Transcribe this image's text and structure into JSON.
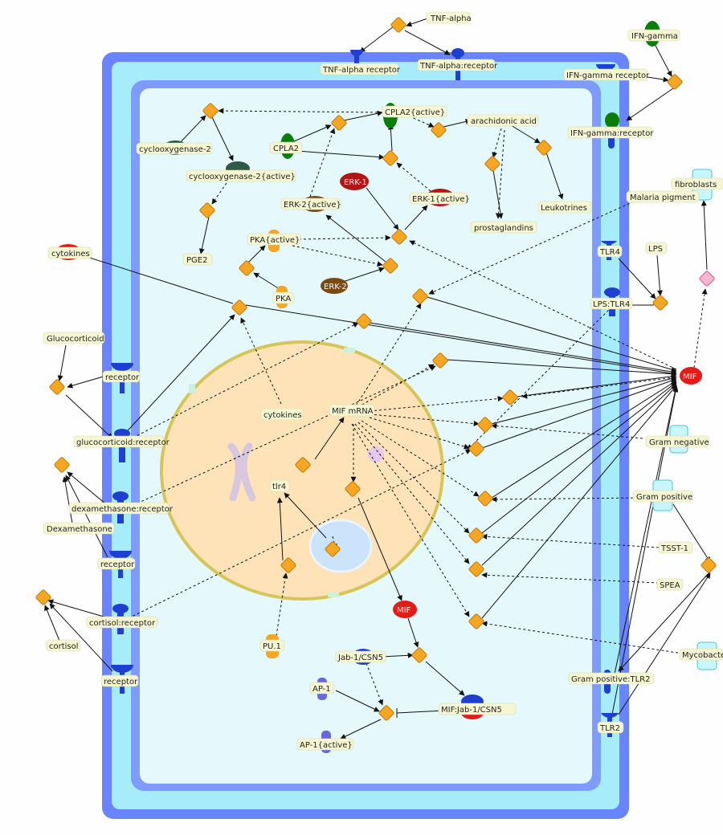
{
  "colors": {
    "outer_membrane": "#6a84ff",
    "cytoplasm_outer": "#a6ecfb",
    "cytoplasm_inner": "#e5f8fb",
    "nucleus_fill": "#ffe3b8",
    "nucleus_edge": "#d6c55a",
    "process_node": "#f5a623",
    "mif_red": "#e41b17",
    "receptor_blue": "#1f3fd1"
  },
  "labels": {
    "tnf_alpha": "TNF-alpha",
    "tnf_alpha_receptor": "TNF-alpha receptor",
    "tnf_alpha_receptor_complex": "TNF-alpha:receptor",
    "ifn_gamma": "IFN-gamma",
    "ifn_gamma_receptor": "IFN-gamma receptor",
    "ifn_gamma_receptor_complex": "IFN-gamma:receptor",
    "cyclooxygenase_2": "cyclooxygenase-2",
    "cyclooxygenase_2_active": "cyclooxygenase-2{active}",
    "cpla2_active": "CPLA2{active}",
    "cpla2": "CPLA2",
    "arachidonic_acid": "arachidonic acid",
    "erk1": "ERK-1",
    "erk1_active": "ERK-1{active}",
    "erk2_active": "ERK-2{active}",
    "erk2": "ERK-2",
    "pka_active": "PKA{active}",
    "pka": "PKA",
    "pge2": "PGE2",
    "prostaglandins": "prostaglandins",
    "leukotrines": "Leukotrines",
    "fibroblasts": "fibroblasts",
    "malaria_pigment": "Malaria pigment",
    "cytokines_outside": "cytokines",
    "cytokines_nucleus": "cytokines",
    "tlr4": "TLR4",
    "lps": "LPS",
    "lps_tlr4": "LPS:TLR4",
    "glucocorticoid": "Glucocorticoid",
    "receptor_1": "receptor",
    "glucocorticoid_receptor": "glucocorticoid:receptor",
    "mif_mrna": "MIF mRNA",
    "mif_right": "MIF",
    "mif_center": "MIF",
    "tlr4_gene": "tlr4",
    "gram_negative": "Gram negative",
    "gram_positive": "Gram positive",
    "dexamethasone_receptor": "dexamethasone:receptor",
    "dexamethasone": "Dexamethasone",
    "receptor_2": "receptor",
    "tsst1": "TSST-1",
    "spea": "SPEA",
    "cortisol_receptor": "cortisol:receptor",
    "cortisol": "cortisol",
    "receptor_3": "receptor",
    "pu1": "PU.1",
    "jab1_csn5": "Jab-1/CSN5",
    "mycobacteria": "Mycobacte",
    "ap1": "AP-1",
    "mif_jab1_csn5": "MIF:Jab-1/CSN5",
    "gram_positive_tlr2": "Gram positive:TLR2",
    "tlr2": "TLR2",
    "ap1_active": "AP-1{active}"
  }
}
